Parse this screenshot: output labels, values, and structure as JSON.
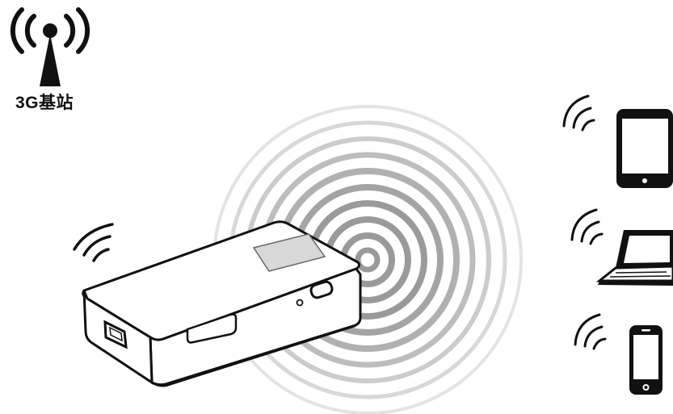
{
  "base_station": {
    "label": "3G基站",
    "icon": "cell-tower-icon"
  },
  "router": {
    "icon": "portable-3g-wifi-router"
  },
  "clients": [
    {
      "name": "tablet",
      "icon": "tablet-icon"
    },
    {
      "name": "laptop",
      "icon": "laptop-icon"
    },
    {
      "name": "smartphone",
      "icon": "smartphone-icon"
    }
  ],
  "colors": {
    "ink": "#111111",
    "ring": "#9a9a9a",
    "ring_light": "#d9d9d9"
  }
}
